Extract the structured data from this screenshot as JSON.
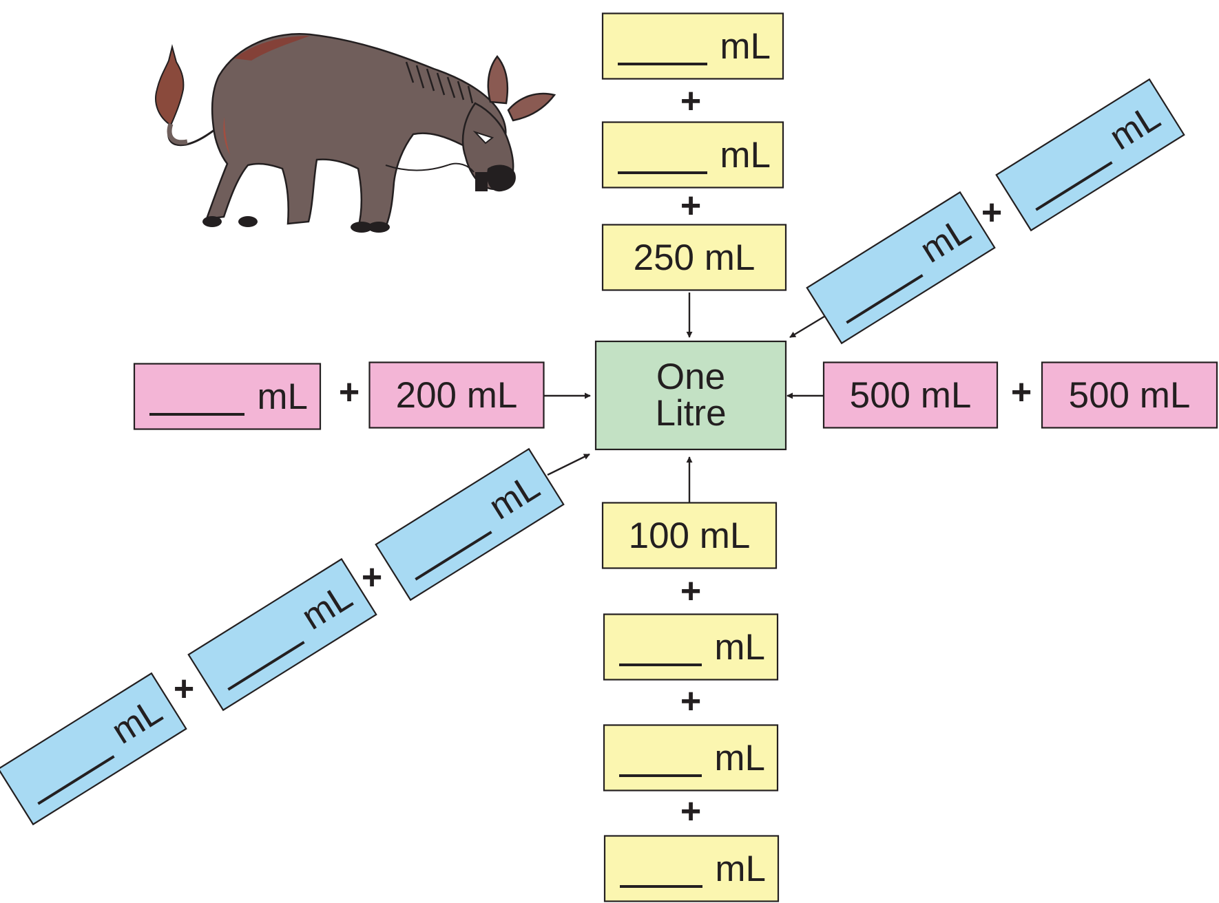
{
  "colors": {
    "yellow": "#fbf6b0",
    "pink": "#f3b5d6",
    "blue": "#a8daf3",
    "green": "#c3e1c4",
    "ink": "#231f20"
  },
  "center": {
    "line1": "One",
    "line2": "Litre"
  },
  "plus_sign": "+",
  "top_group": [
    {
      "value": "",
      "unit": "mL"
    },
    {
      "value": "",
      "unit": "mL"
    },
    {
      "value": "250",
      "unit": "mL"
    }
  ],
  "bottom_group": [
    {
      "value": "100",
      "unit": "mL"
    },
    {
      "value": "",
      "unit": "mL"
    },
    {
      "value": "",
      "unit": "mL"
    },
    {
      "value": "",
      "unit": "mL"
    }
  ],
  "left_group": [
    {
      "value": "",
      "unit": "mL"
    },
    {
      "value": "200",
      "unit": "mL"
    }
  ],
  "right_group": [
    {
      "value": "500",
      "unit": "mL"
    },
    {
      "value": "500",
      "unit": "mL"
    }
  ],
  "upper_right_group": [
    {
      "value": "",
      "unit": "mL"
    },
    {
      "value": "",
      "unit": "mL"
    }
  ],
  "lower_left_group": [
    {
      "value": "",
      "unit": "mL"
    },
    {
      "value": "",
      "unit": "mL"
    },
    {
      "value": "",
      "unit": "mL"
    }
  ],
  "illustration": "bull-illustration"
}
